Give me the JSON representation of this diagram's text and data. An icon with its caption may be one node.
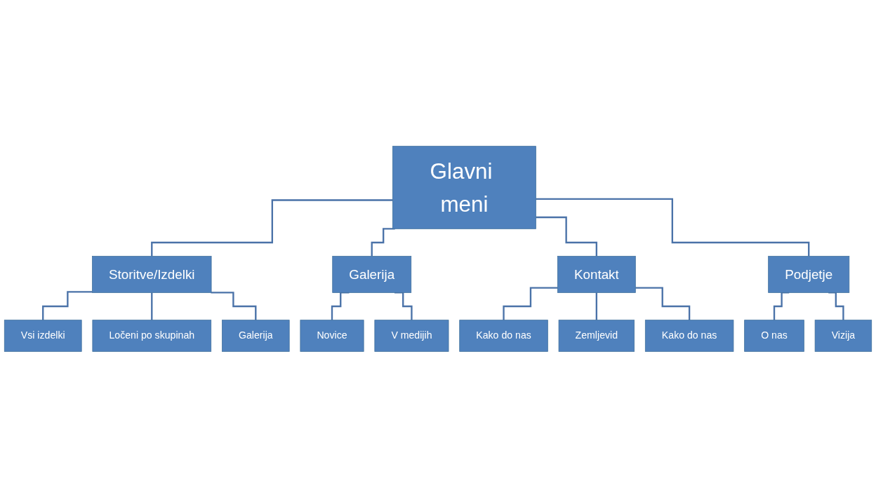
{
  "diagram": {
    "nodes": [
      {
        "text": [
          "Glavni meni"
        ]
      },
      {
        "text": [
          "Storitve/Izdelki"
        ]
      },
      {
        "text": [
          "Galerija"
        ]
      },
      {
        "text": [
          "Kontakt"
        ]
      },
      {
        "text": [
          "Podjetje"
        ]
      },
      {
        "text": [
          "Vsi izdelki"
        ]
      },
      {
        "text": [
          "Ločeni po skupinah"
        ]
      },
      {
        "text": [
          "Galerija"
        ]
      },
      {
        "text": [
          "Novice"
        ]
      },
      {
        "text": [
          "V medijih"
        ]
      },
      {
        "text": [
          "Kako do nas"
        ]
      },
      {
        "text": [
          "Zemljevid"
        ]
      },
      {
        "text": [
          "Kako do nas"
        ]
      },
      {
        "text": [
          "O nas"
        ]
      },
      {
        "text": [
          "Vizija"
        ]
      }
    ],
    "edges": [
      {
        "from": 0,
        "to": 1,
        "arrow": "none"
      },
      {
        "from": 0,
        "to": 2,
        "arrow": "none"
      },
      {
        "from": 0,
        "to": 3,
        "arrow": "none"
      },
      {
        "from": 0,
        "to": 4,
        "arrow": "none"
      },
      {
        "from": 1,
        "to": 5,
        "arrow": "none"
      },
      {
        "from": 1,
        "to": 6,
        "arrow": "none"
      },
      {
        "from": 1,
        "to": 7,
        "arrow": "none"
      },
      {
        "from": 2,
        "to": 8,
        "arrow": "none"
      },
      {
        "from": 2,
        "to": 9,
        "arrow": "none"
      },
      {
        "from": 3,
        "to": 10,
        "arrow": "none"
      },
      {
        "from": 3,
        "to": 11,
        "arrow": "none"
      },
      {
        "from": 3,
        "to": 12,
        "arrow": "none"
      },
      {
        "from": 4,
        "to": 13,
        "arrow": "none"
      },
      {
        "from": 4,
        "to": 14,
        "arrow": "none"
      }
    ]
  }
}
